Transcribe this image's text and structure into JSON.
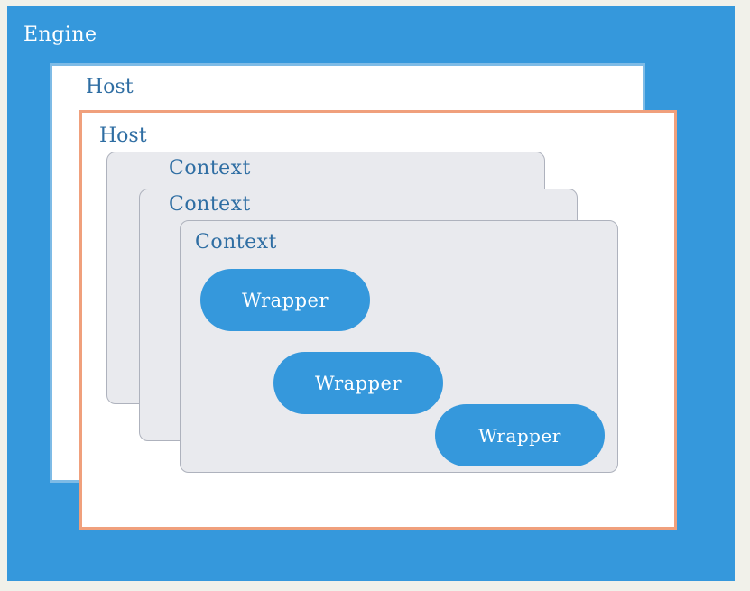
{
  "diagram": {
    "engine": {
      "label": "Engine"
    },
    "hosts": [
      {
        "label": "Host"
      },
      {
        "label": "Host"
      }
    ],
    "contexts": [
      {
        "label": "Context"
      },
      {
        "label": "Context"
      },
      {
        "label": "Context"
      }
    ],
    "wrappers": [
      {
        "label": "Wrapper"
      },
      {
        "label": "Wrapper"
      },
      {
        "label": "Wrapper"
      }
    ]
  },
  "colors": {
    "engine_blue": "#3598dc",
    "host_back_border": "#7ebbe6",
    "host_front_border": "#f0a07c",
    "context_fill": "#e9eaee",
    "context_border": "#aeb2bd",
    "label_blue": "#2f6ea3",
    "page_background": "#f1f1ea"
  }
}
